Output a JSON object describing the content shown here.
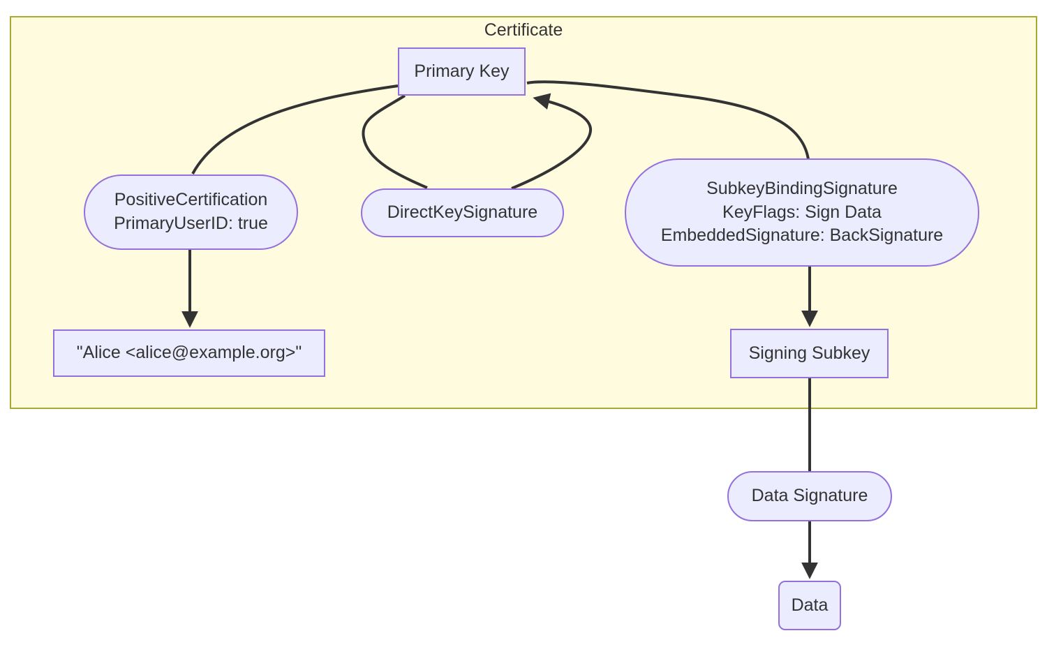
{
  "diagram_type": "flowchart",
  "certificate_group": {
    "label": "Certificate"
  },
  "nodes": {
    "primary_key": "Primary Key",
    "positive_certification": "PositiveCertification\nPrimaryUserID: true",
    "direct_key_signature": "DirectKeySignature",
    "subkey_binding_signature": "SubkeyBindingSignature\nKeyFlags: Sign Data\nEmbeddedSignature: BackSignature",
    "user_id": "\"Alice <alice@example.org>\"",
    "signing_subkey": "Signing Subkey",
    "data_signature": "Data Signature",
    "data": "Data"
  },
  "edges": [
    {
      "from": "primary_key",
      "to": "positive_certification",
      "arrow": false
    },
    {
      "from": "positive_certification",
      "to": "user_id",
      "arrow": true
    },
    {
      "from": "primary_key",
      "to": "direct_key_signature",
      "arrow": false
    },
    {
      "from": "direct_key_signature",
      "to": "primary_key",
      "arrow": true
    },
    {
      "from": "subkey_binding_signature",
      "to": "primary_key",
      "arrow": false
    },
    {
      "from": "subkey_binding_signature",
      "to": "signing_subkey",
      "arrow": true
    },
    {
      "from": "signing_subkey",
      "to": "data_signature",
      "arrow": false
    },
    {
      "from": "data_signature",
      "to": "data",
      "arrow": true
    }
  ],
  "colors": {
    "node_fill": "#ECECFF",
    "node_border": "#9370DB",
    "group_fill": "#FFFBDE",
    "group_border": "#AAAA33",
    "edge": "#333333",
    "text": "#333333"
  }
}
